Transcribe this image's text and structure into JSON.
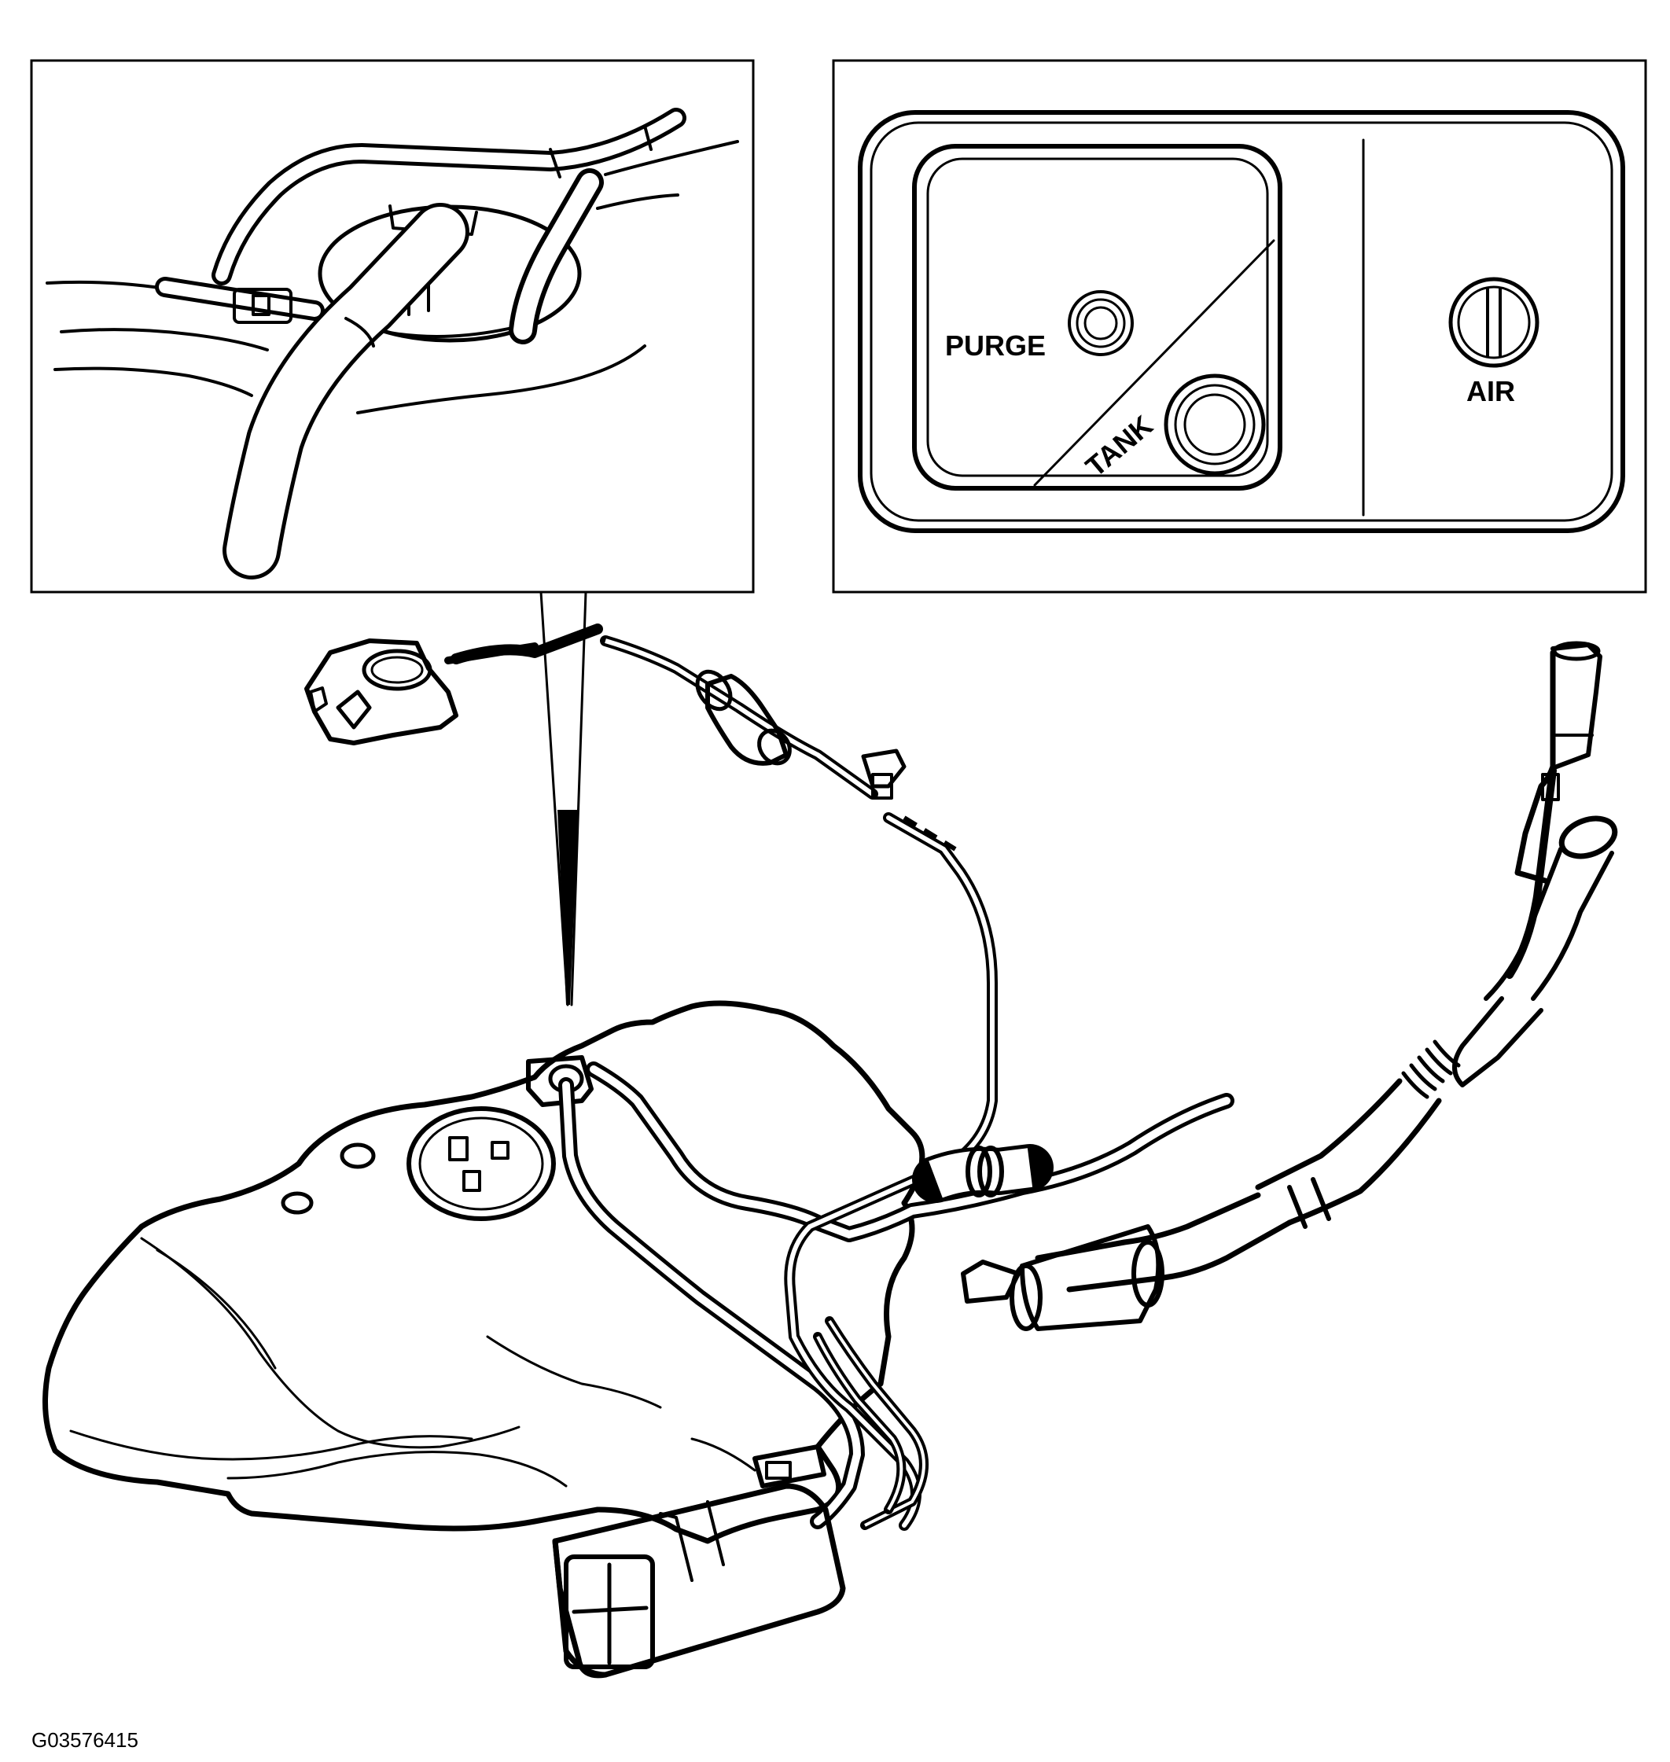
{
  "figure_id": "G03576415",
  "canister_labels": {
    "purge": "PURGE",
    "tank": "TANK",
    "air": "AIR"
  },
  "colors": {
    "line": "#000000",
    "background": "#ffffff"
  }
}
